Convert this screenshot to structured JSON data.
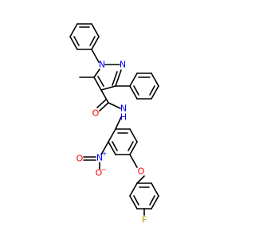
{
  "colors": {
    "bond": "#000000",
    "nitrogen": "#0000ff",
    "oxygen": "#ff0000",
    "fluorine": "#b3a000",
    "background": "#ffffff"
  },
  "atoms": {
    "n_pyrazole_1": "N",
    "n_pyrazole_2": "N",
    "n_amide": "N",
    "h_amide": "H",
    "o_amide": "O",
    "o_ether": "O",
    "n_nitro": "N",
    "n_nitro_charge": "+",
    "o_nitro_dbl": "O",
    "o_nitro_single": "O",
    "o_nitro_charge": "−",
    "f": "F"
  }
}
